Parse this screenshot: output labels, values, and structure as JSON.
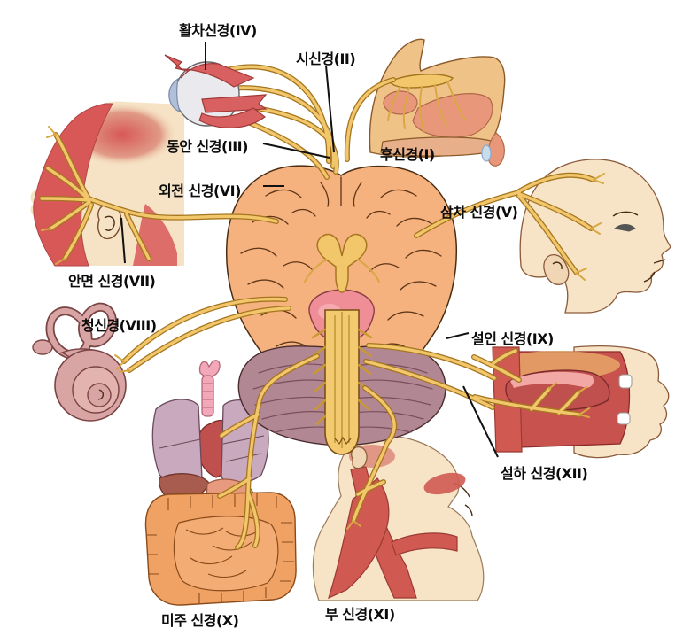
{
  "labels": [
    {
      "id": "trochlear",
      "text": "활차신경(IV)"
    },
    {
      "id": "optic",
      "text": "시신경(II)"
    },
    {
      "id": "oculomotor",
      "text": "동안 신경(III)"
    },
    {
      "id": "abducens",
      "text": "외전 신경(VI)"
    },
    {
      "id": "olfactory",
      "text": "후신경(I)"
    },
    {
      "id": "trigeminal",
      "text": "삼차 신경(V)"
    },
    {
      "id": "facial",
      "text": "안면 신경(VII)"
    },
    {
      "id": "vestibulocochlear",
      "text": "청신경(VIII)"
    },
    {
      "id": "glossopharyngeal",
      "text": "설인 신경(IX)"
    },
    {
      "id": "hypoglossal",
      "text": "설하 신경(XII)"
    },
    {
      "id": "vagus",
      "text": "미주 신경(X)"
    },
    {
      "id": "accessory",
      "text": "부 신경(XI)"
    }
  ],
  "colors": {
    "background": "#FFFFFF",
    "nerve": "#F2C66B",
    "nerve_outline": "#A5761F",
    "cerebrum": "#F5B27E",
    "cerebellum": "#B28794",
    "pons": "#EF8E96",
    "brainstem": "#F3CA70",
    "muscle_red": "#D85858",
    "skin": "#F7E3C5",
    "lung_mauve": "#C9A9BD",
    "intestine_orange": "#EFA264",
    "ear_pink": "#D8A4A4",
    "label_text": "#0B0B0B"
  }
}
